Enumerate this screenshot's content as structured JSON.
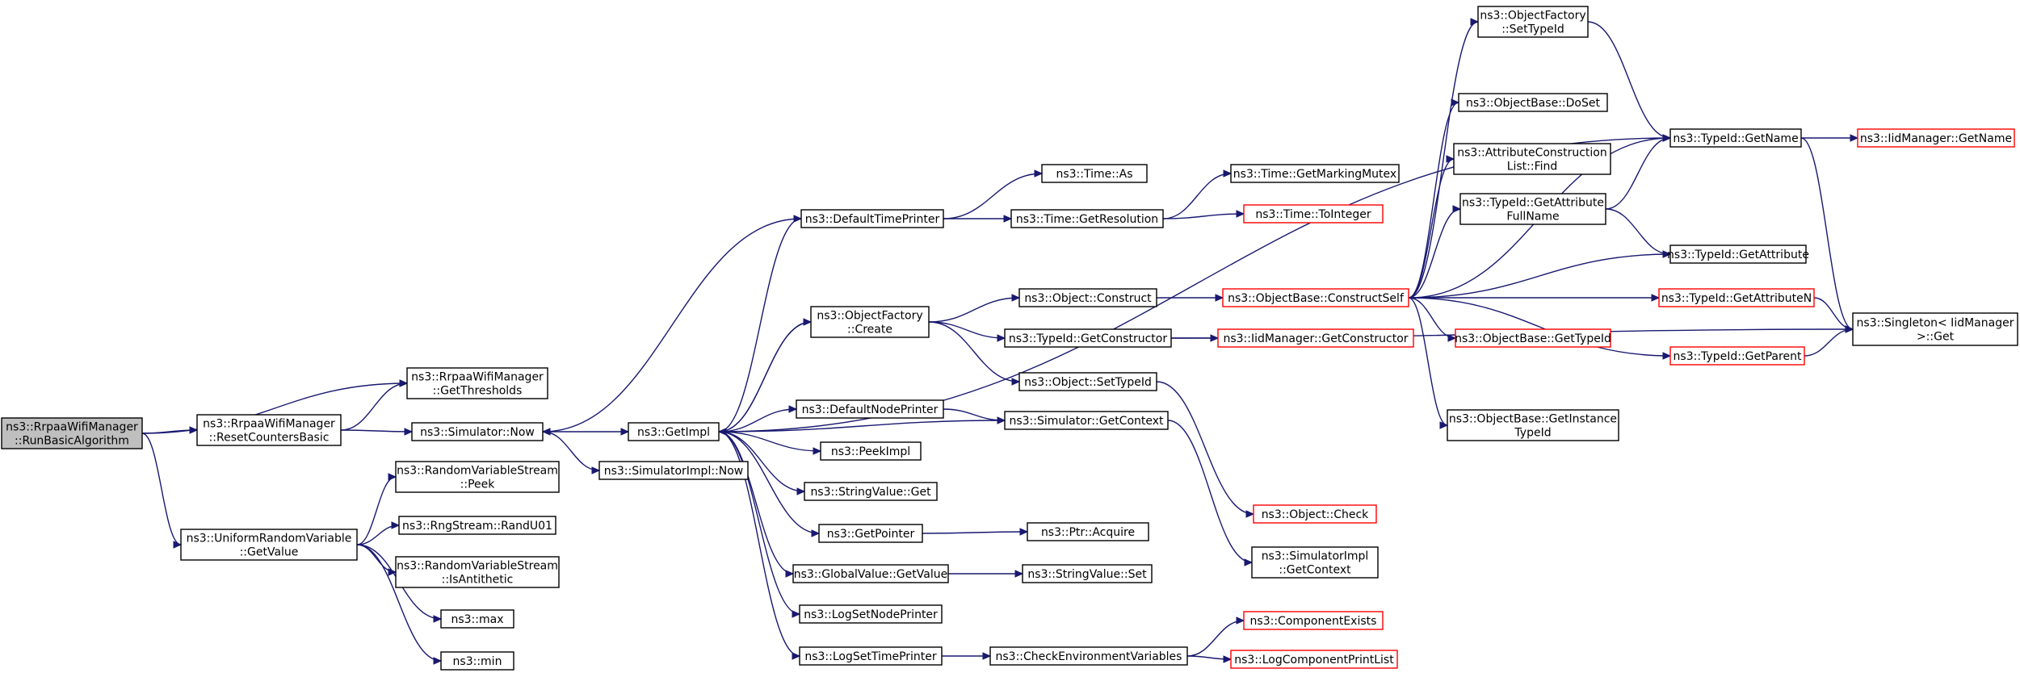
{
  "nodes": [
    {
      "id": "run_basic",
      "lines": [
        "ns3::RrpaaWifiManager",
        "::RunBasicAlgorithm"
      ],
      "style": "root"
    },
    {
      "id": "get_thresholds",
      "lines": [
        "ns3::RrpaaWifiManager",
        "::GetThresholds"
      ],
      "style": "normal"
    },
    {
      "id": "reset_counters",
      "lines": [
        "ns3::RrpaaWifiManager",
        "::ResetCountersBasic"
      ],
      "style": "normal"
    },
    {
      "id": "uniform_getvalue",
      "lines": [
        "ns3::UniformRandomVariable",
        "::GetValue"
      ],
      "style": "normal"
    },
    {
      "id": "sim_now",
      "lines": [
        "ns3::Simulator::Now"
      ],
      "style": "normal"
    },
    {
      "id": "rvs_peek",
      "lines": [
        "ns3::RandomVariableStream",
        "::Peek"
      ],
      "style": "normal"
    },
    {
      "id": "randu01",
      "lines": [
        "ns3::RngStream::RandU01"
      ],
      "style": "normal"
    },
    {
      "id": "isantithetic",
      "lines": [
        "ns3::RandomVariableStream",
        "::IsAntithetic"
      ],
      "style": "normal"
    },
    {
      "id": "max",
      "lines": [
        "ns3::max"
      ],
      "style": "normal"
    },
    {
      "id": "min",
      "lines": [
        "ns3::min"
      ],
      "style": "normal"
    },
    {
      "id": "getimpl",
      "lines": [
        "ns3::GetImpl"
      ],
      "style": "normal"
    },
    {
      "id": "simimpl_now",
      "lines": [
        "ns3::SimulatorImpl::Now"
      ],
      "style": "normal"
    },
    {
      "id": "default_time_printer",
      "lines": [
        "ns3::DefaultTimePrinter"
      ],
      "style": "normal"
    },
    {
      "id": "objfactory_create",
      "lines": [
        "ns3::ObjectFactory",
        "::Create"
      ],
      "style": "normal"
    },
    {
      "id": "default_node_printer",
      "lines": [
        "ns3::DefaultNodePrinter"
      ],
      "style": "normal"
    },
    {
      "id": "peekimpl",
      "lines": [
        "ns3::PeekImpl"
      ],
      "style": "normal"
    },
    {
      "id": "stringvalue_get",
      "lines": [
        "ns3::StringValue::Get"
      ],
      "style": "normal"
    },
    {
      "id": "getpointer",
      "lines": [
        "ns3::GetPointer"
      ],
      "style": "normal"
    },
    {
      "id": "globalvalue_getvalue",
      "lines": [
        "ns3::GlobalValue::GetValue"
      ],
      "style": "normal"
    },
    {
      "id": "logsetnodeprinter",
      "lines": [
        "ns3::LogSetNodePrinter"
      ],
      "style": "normal"
    },
    {
      "id": "logsettimeprinter",
      "lines": [
        "ns3::LogSetTimePrinter"
      ],
      "style": "normal"
    },
    {
      "id": "time_as",
      "lines": [
        "ns3::Time::As"
      ],
      "style": "normal"
    },
    {
      "id": "time_getresolution",
      "lines": [
        "ns3::Time::GetResolution"
      ],
      "style": "normal"
    },
    {
      "id": "object_construct",
      "lines": [
        "ns3::Object::Construct"
      ],
      "style": "normal"
    },
    {
      "id": "typeid_getconstructor",
      "lines": [
        "ns3::TypeId::GetConstructor"
      ],
      "style": "normal"
    },
    {
      "id": "object_settypeid",
      "lines": [
        "ns3::Object::SetTypeId"
      ],
      "style": "normal"
    },
    {
      "id": "sim_getcontext",
      "lines": [
        "ns3::Simulator::GetContext"
      ],
      "style": "normal"
    },
    {
      "id": "ptr_acquire",
      "lines": [
        "ns3::Ptr::Acquire"
      ],
      "style": "normal"
    },
    {
      "id": "stringvalue_set",
      "lines": [
        "ns3::StringValue::Set"
      ],
      "style": "normal"
    },
    {
      "id": "check_env",
      "lines": [
        "ns3::CheckEnvironmentVariables"
      ],
      "style": "normal"
    },
    {
      "id": "time_getmarkingmutex",
      "lines": [
        "ns3::Time::GetMarkingMutex"
      ],
      "style": "normal"
    },
    {
      "id": "time_tointeger",
      "lines": [
        "ns3::Time::ToInteger"
      ],
      "style": "red"
    },
    {
      "id": "objbase_constructself",
      "lines": [
        "ns3::ObjectBase::ConstructSelf"
      ],
      "style": "red"
    },
    {
      "id": "iidmanager_getconstructor",
      "lines": [
        "ns3::IidManager::GetConstructor"
      ],
      "style": "red"
    },
    {
      "id": "object_check",
      "lines": [
        "ns3::Object::Check"
      ],
      "style": "red"
    },
    {
      "id": "simimpl_getcontext",
      "lines": [
        "ns3::SimulatorImpl",
        "::GetContext"
      ],
      "style": "normal"
    },
    {
      "id": "component_exists",
      "lines": [
        "ns3::ComponentExists"
      ],
      "style": "red"
    },
    {
      "id": "logcomponentprintlist",
      "lines": [
        "ns3::LogComponentPrintList"
      ],
      "style": "red"
    },
    {
      "id": "objfactory_settypeid",
      "lines": [
        "ns3::ObjectFactory",
        "::SetTypeId"
      ],
      "style": "normal"
    },
    {
      "id": "objbase_doset",
      "lines": [
        "ns3::ObjectBase::DoSet"
      ],
      "style": "normal"
    },
    {
      "id": "attr_construction_find",
      "lines": [
        "ns3::AttributeConstruction",
        "List::Find"
      ],
      "style": "normal"
    },
    {
      "id": "typeid_getattributefullname",
      "lines": [
        "ns3::TypeId::GetAttribute",
        "FullName"
      ],
      "style": "normal"
    },
    {
      "id": "objbase_gettypeid",
      "lines": [
        "ns3::ObjectBase::GetTypeId"
      ],
      "style": "red"
    },
    {
      "id": "objbase_getinstancetypeid",
      "lines": [
        "ns3::ObjectBase::GetInstance",
        "TypeId"
      ],
      "style": "normal"
    },
    {
      "id": "typeid_getname",
      "lines": [
        "ns3::TypeId::GetName"
      ],
      "style": "normal"
    },
    {
      "id": "typeid_getattribute",
      "lines": [
        "ns3::TypeId::GetAttribute"
      ],
      "style": "normal"
    },
    {
      "id": "typeid_getattributen",
      "lines": [
        "ns3::TypeId::GetAttributeN"
      ],
      "style": "red"
    },
    {
      "id": "typeid_getparent",
      "lines": [
        "ns3::TypeId::GetParent"
      ],
      "style": "red"
    },
    {
      "id": "iidmanager_getname",
      "lines": [
        "ns3::IidManager::GetName"
      ],
      "style": "red"
    },
    {
      "id": "singleton_get",
      "lines": [
        "ns3::Singleton< IidManager",
        " >::Get"
      ],
      "style": "normal"
    }
  ],
  "edges": [
    [
      "run_basic",
      "get_thresholds"
    ],
    [
      "run_basic",
      "reset_counters"
    ],
    [
      "run_basic",
      "uniform_getvalue"
    ],
    [
      "reset_counters",
      "get_thresholds"
    ],
    [
      "reset_counters",
      "sim_now"
    ],
    [
      "uniform_getvalue",
      "rvs_peek"
    ],
    [
      "uniform_getvalue",
      "randu01"
    ],
    [
      "uniform_getvalue",
      "isantithetic"
    ],
    [
      "uniform_getvalue",
      "max"
    ],
    [
      "uniform_getvalue",
      "min"
    ],
    [
      "sim_now",
      "getimpl"
    ],
    [
      "sim_now",
      "simimpl_now"
    ],
    [
      "getimpl",
      "default_time_printer"
    ],
    [
      "getimpl",
      "objfactory_create"
    ],
    [
      "getimpl",
      "default_node_printer"
    ],
    [
      "getimpl",
      "peekimpl"
    ],
    [
      "getimpl",
      "stringvalue_get"
    ],
    [
      "getimpl",
      "getpointer"
    ],
    [
      "getimpl",
      "globalvalue_getvalue"
    ],
    [
      "getimpl",
      "logsetnodeprinter"
    ],
    [
      "getimpl",
      "logsettimeprinter"
    ],
    [
      "getimpl",
      "typeid_getname"
    ],
    [
      "default_time_printer",
      "sim_now"
    ],
    [
      "default_time_printer",
      "time_as"
    ],
    [
      "default_time_printer",
      "time_getresolution"
    ],
    [
      "time_getresolution",
      "time_getmarkingmutex"
    ],
    [
      "time_getresolution",
      "time_tointeger"
    ],
    [
      "objfactory_create",
      "getimpl"
    ],
    [
      "objfactory_create",
      "object_construct"
    ],
    [
      "objfactory_create",
      "typeid_getconstructor"
    ],
    [
      "objfactory_create",
      "object_settypeid"
    ],
    [
      "object_construct",
      "objbase_constructself"
    ],
    [
      "typeid_getconstructor",
      "iidmanager_getconstructor"
    ],
    [
      "typeid_getconstructor",
      "singleton_get"
    ],
    [
      "object_settypeid",
      "object_check"
    ],
    [
      "default_node_printer",
      "sim_getcontext"
    ],
    [
      "sim_getcontext",
      "getimpl"
    ],
    [
      "sim_getcontext",
      "simimpl_getcontext"
    ],
    [
      "getpointer",
      "ptr_acquire"
    ],
    [
      "globalvalue_getvalue",
      "stringvalue_set"
    ],
    [
      "logsettimeprinter",
      "check_env"
    ],
    [
      "check_env",
      "component_exists"
    ],
    [
      "check_env",
      "logcomponentprintlist"
    ],
    [
      "objbase_constructself",
      "objfactory_settypeid"
    ],
    [
      "objbase_constructself",
      "objbase_doset"
    ],
    [
      "objbase_constructself",
      "attr_construction_find"
    ],
    [
      "objbase_constructself",
      "typeid_getattributefullname"
    ],
    [
      "objbase_constructself",
      "typeid_getattribute"
    ],
    [
      "objbase_constructself",
      "typeid_getattributen"
    ],
    [
      "objbase_constructself",
      "objbase_gettypeid"
    ],
    [
      "objbase_constructself",
      "objbase_getinstancetypeid"
    ],
    [
      "objbase_constructself",
      "typeid_getparent"
    ],
    [
      "objbase_constructself",
      "typeid_getname"
    ],
    [
      "objfactory_settypeid",
      "typeid_getname"
    ],
    [
      "typeid_getattributefullname",
      "typeid_getname"
    ],
    [
      "typeid_getattributefullname",
      "typeid_getattribute"
    ],
    [
      "typeid_getname",
      "iidmanager_getname"
    ],
    [
      "typeid_getname",
      "singleton_get"
    ],
    [
      "typeid_getattributen",
      "singleton_get"
    ],
    [
      "typeid_getparent",
      "singleton_get"
    ]
  ]
}
